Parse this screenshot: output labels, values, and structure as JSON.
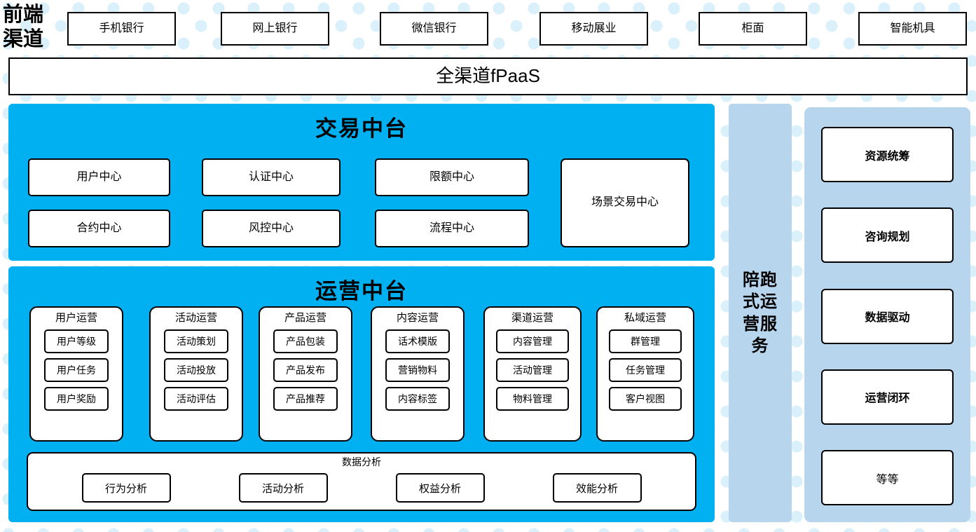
{
  "front_channel": {
    "label": "前端\n渠道",
    "label_line1": "前端",
    "label_line2": "渠道",
    "items": [
      {
        "label": "手机银行"
      },
      {
        "label": "网上银行"
      },
      {
        "label": "微信银行"
      },
      {
        "label": "移动展业"
      },
      {
        "label": "柜面"
      },
      {
        "label": "智能机具"
      }
    ]
  },
  "fpaas": {
    "label": "全渠道fPaaS"
  },
  "trade_platform": {
    "title": "交易中台",
    "boxes": [
      {
        "label": "用户中心"
      },
      {
        "label": "认证中心"
      },
      {
        "label": "限额中心"
      },
      {
        "label": "合约中心"
      },
      {
        "label": "风控中心"
      },
      {
        "label": "流程中心"
      }
    ],
    "scene_box": {
      "label": "场景交易中心"
    }
  },
  "ops_platform": {
    "title": "运营中台",
    "columns": [
      {
        "title": "用户运营",
        "items": [
          "用户等级",
          "用户任务",
          "用户奖励"
        ]
      },
      {
        "title": "活动运营",
        "items": [
          "活动策划",
          "活动投放",
          "活动评估"
        ]
      },
      {
        "title": "产品运营",
        "items": [
          "产品包装",
          "产品发布",
          "产品推荐"
        ]
      },
      {
        "title": "内容运营",
        "items": [
          "话术模版",
          "营销物料",
          "内容标签"
        ]
      },
      {
        "title": "渠道运营",
        "items": [
          "内容管理",
          "活动管理",
          "物料管理"
        ]
      },
      {
        "title": "私域运营",
        "items": [
          "群管理",
          "任务管理",
          "客户视图"
        ]
      }
    ],
    "data_analysis": {
      "title": "数据分析",
      "items": [
        "行为分析",
        "活动分析",
        "权益分析",
        "效能分析"
      ]
    }
  },
  "service_column": {
    "label": "陪跑式运营服务"
  },
  "right_panel": {
    "items": [
      {
        "label": "资源统筹",
        "bold": true
      },
      {
        "label": "咨询规划",
        "bold": true
      },
      {
        "label": "数据驱动",
        "bold": true
      },
      {
        "label": "运营闭环",
        "bold": true
      },
      {
        "label": "等等",
        "bold": false
      }
    ]
  },
  "colors": {
    "platform_cyan": "#00B0F0",
    "service_blue": "#B7D5EC",
    "dot_blue": "#DAF0FA",
    "outline": "#000000",
    "background": "#FFFFFF"
  }
}
